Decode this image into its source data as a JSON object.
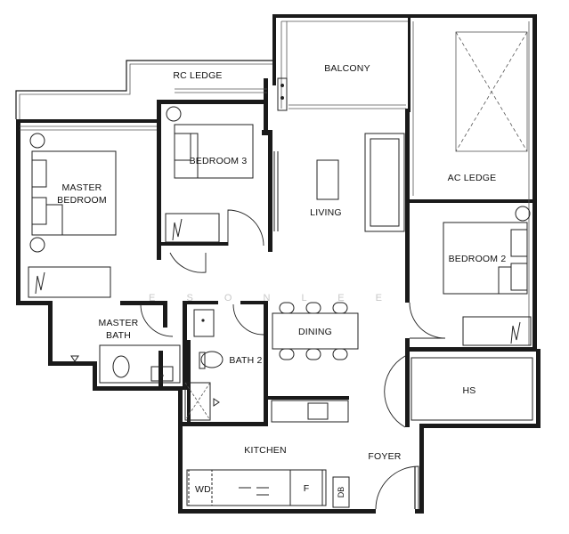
{
  "rooms": {
    "rc_ledge": "RC LEDGE",
    "balcony": "BALCONY",
    "bedroom3": "BEDROOM 3",
    "master_bedroom_line1": "MASTER",
    "master_bedroom_line2": "BEDROOM",
    "living": "LIVING",
    "ac_ledge": "AC LEDGE",
    "bedroom2": "BEDROOM 2",
    "master_bath_line1": "MASTER",
    "master_bath_line2": "BATH",
    "dining": "DINING",
    "bath2": "BATH 2",
    "hs": "HS",
    "kitchen": "KITCHEN",
    "foyer": "FOYER"
  },
  "fixtures": {
    "washer_dryer": "WD",
    "fridge": "F",
    "distribution_board": "DB"
  },
  "watermark": "E S O N   L E E"
}
